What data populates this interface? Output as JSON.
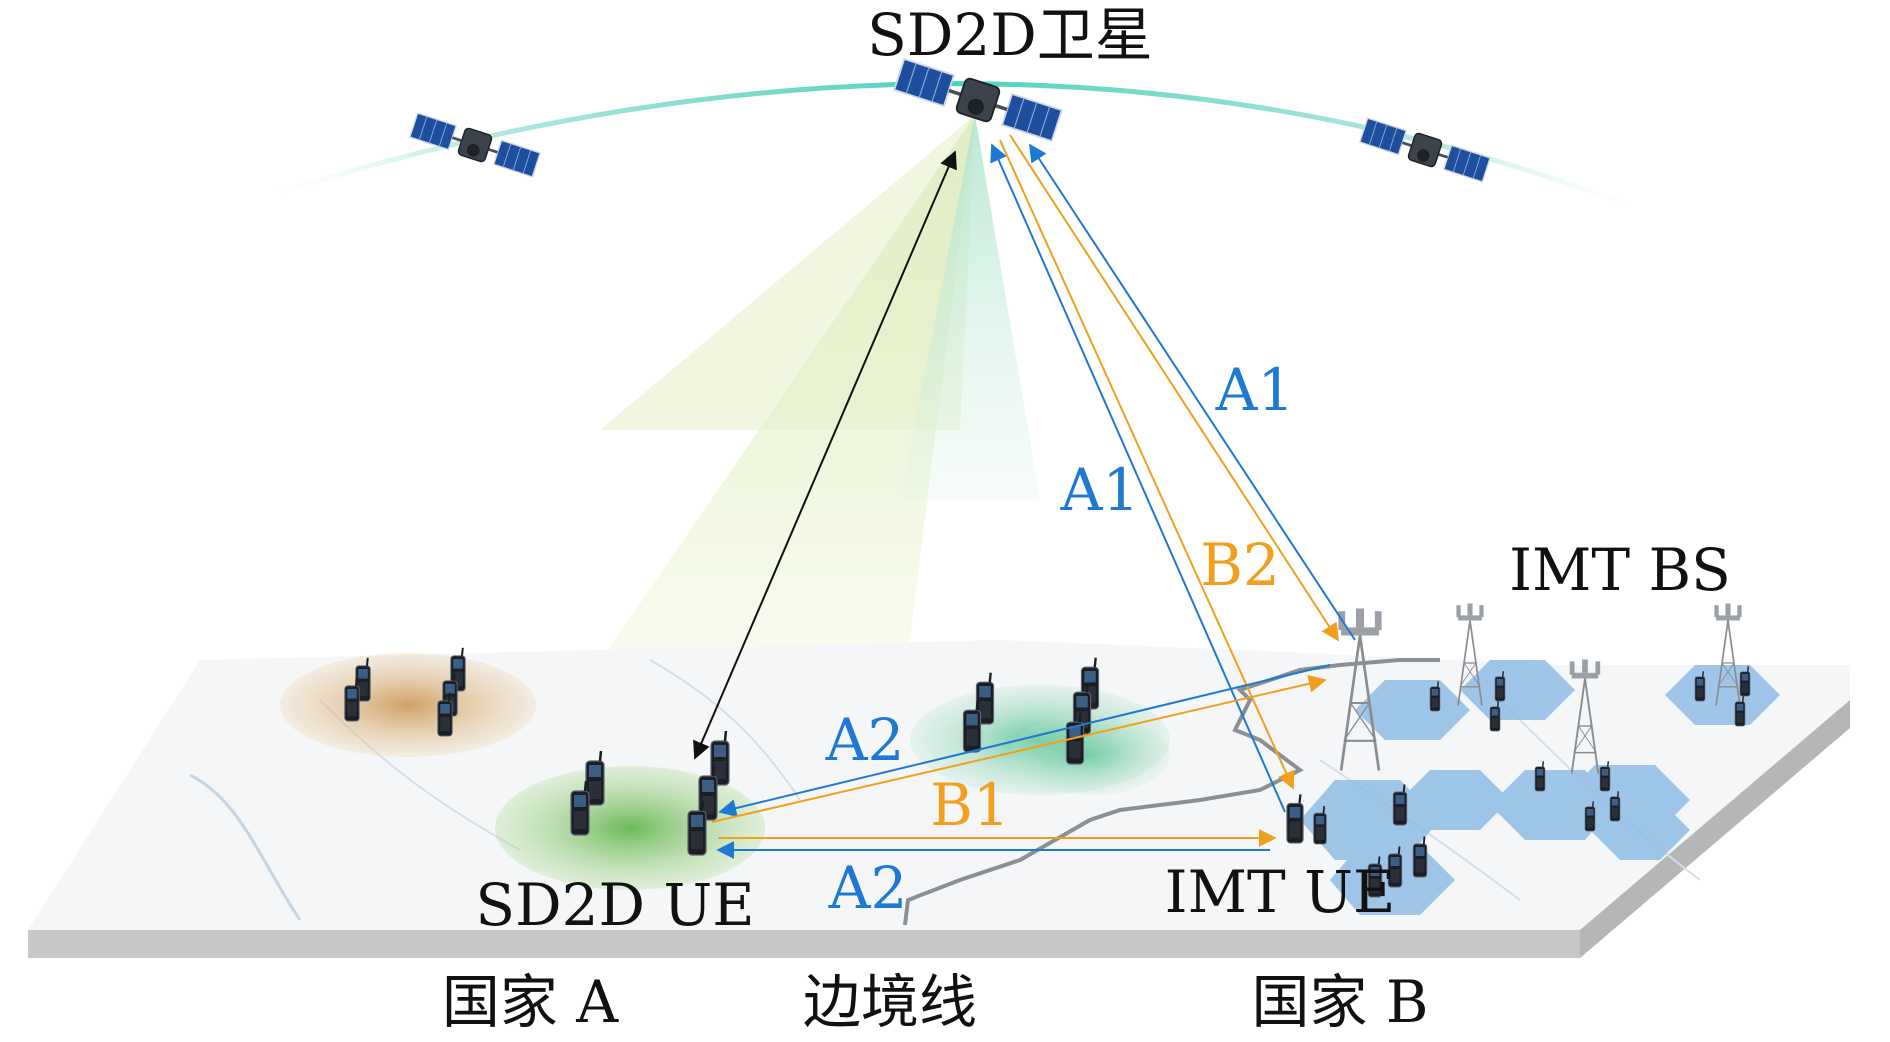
{
  "labels": {
    "satellite": "SD2D卫星",
    "a1_upper": "A1",
    "a1_lower": "A1",
    "b2": "B2",
    "a2_upper": "A2",
    "b1": "B1",
    "a2_lower": "A2",
    "imt_bs": "IMT BS",
    "sd2d_ue": "SD2D UE",
    "imt_ue": "IMT UE",
    "country_a": "国家 A",
    "border": "边境线",
    "country_b": "国家 B"
  },
  "colors": {
    "blue_link": "#1f78d1",
    "orange_link": "#f0a01e",
    "black_link": "#111111",
    "sd2d_cell": "#7cc56a",
    "neighbor_cell": "#d9a75e",
    "imt_cell": "#8fbde6",
    "beam": "#d8e9a8",
    "orbit": "#6fd6c6",
    "solar_panel": "#1d4f9e",
    "ground": "#f4f6f8",
    "ground_edge": "#c5c7c9"
  },
  "icons": [
    "satellite-icon",
    "phone-icon",
    "base-station-tower-icon"
  ]
}
